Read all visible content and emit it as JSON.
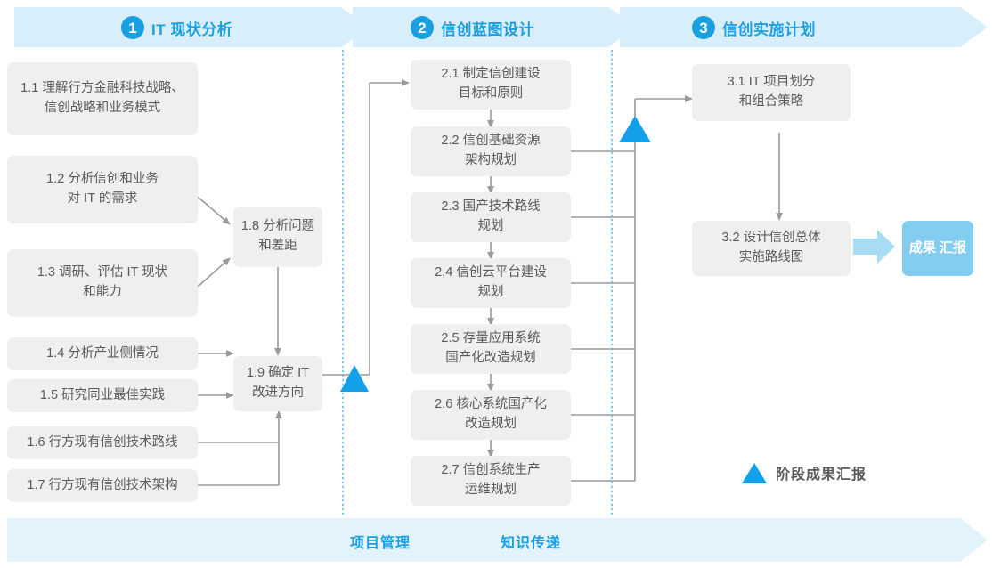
{
  "header": {
    "phases": [
      {
        "num": "1",
        "title": "IT 现状分析"
      },
      {
        "num": "2",
        "title": "信创蓝图设计"
      },
      {
        "num": "3",
        "title": "信创实施计划"
      }
    ]
  },
  "colors": {
    "accent": "#1a9fe0",
    "band": "#e2f3fb",
    "box": "#efefef",
    "box_text": "#5a5a5a",
    "result_box": "#82cdf0",
    "triangle": "#12a0e8",
    "connector": "#9a9a9a",
    "divider_dotted": "#35b6e8"
  },
  "phase1": {
    "boxes": [
      {
        "id": "1.1",
        "lines": [
          "1.1 理解行方金融科技战略、",
          "信创战略和业务模式"
        ]
      },
      {
        "id": "1.2",
        "lines": [
          "1.2 分析信创和业务",
          "对 IT 的需求"
        ]
      },
      {
        "id": "1.3",
        "lines": [
          "1.3 调研、评估 IT 现状",
          "和能力"
        ]
      },
      {
        "id": "1.4",
        "lines": [
          "1.4 分析产业侧情况"
        ]
      },
      {
        "id": "1.5",
        "lines": [
          "1.5 研究同业最佳实践"
        ]
      },
      {
        "id": "1.6",
        "lines": [
          "1.6 行方现有信创技术路线"
        ]
      },
      {
        "id": "1.7",
        "lines": [
          "1.7 行方现有信创技术架构"
        ]
      },
      {
        "id": "1.8",
        "lines": [
          "1.8 分析问题",
          "和差距"
        ]
      },
      {
        "id": "1.9",
        "lines": [
          "1.9 确定 IT",
          "改进方向"
        ]
      }
    ]
  },
  "phase2": {
    "boxes": [
      {
        "id": "2.1",
        "lines": [
          "2.1 制定信创建设",
          "目标和原则"
        ]
      },
      {
        "id": "2.2",
        "lines": [
          "2.2 信创基础资源",
          "架构规划"
        ]
      },
      {
        "id": "2.3",
        "lines": [
          "2.3 国产技术路线",
          "规划"
        ]
      },
      {
        "id": "2.4",
        "lines": [
          "2.4 信创云平台建设",
          "规划"
        ]
      },
      {
        "id": "2.5",
        "lines": [
          "2.5 存量应用系统",
          "国产化改造规划"
        ]
      },
      {
        "id": "2.6",
        "lines": [
          "2.6 核心系统国产化",
          "改造规划"
        ]
      },
      {
        "id": "2.7",
        "lines": [
          "2.7 信创系统生产",
          "运维规划"
        ]
      }
    ]
  },
  "phase3": {
    "boxes": [
      {
        "id": "3.1",
        "lines": [
          "3.1 IT 项目划分",
          "和组合策略"
        ]
      },
      {
        "id": "3.2",
        "lines": [
          "3.2 设计信创总体",
          "实施路线图"
        ]
      }
    ],
    "result": {
      "lines": [
        "成果",
        "汇报"
      ]
    }
  },
  "legend": {
    "icon": "triangle-up-icon",
    "label": "阶段成果汇报"
  },
  "bottom_band": {
    "labels": [
      "项目管理",
      "知识传递"
    ]
  }
}
